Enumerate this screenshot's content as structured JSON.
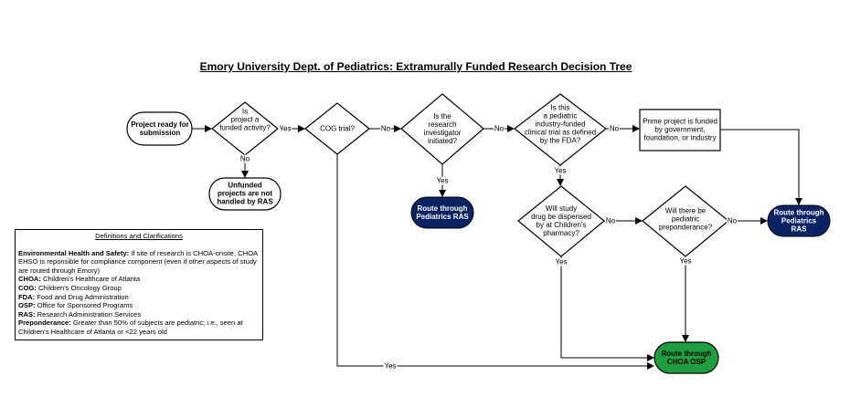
{
  "title": "Emory University Dept. of Pediatrics: Extramurally Funded Research Decision Tree",
  "nodes": {
    "start": "Project ready for\nsubmission",
    "funded": "Is\nproject a\nfunded activity?",
    "unfunded": "Unfunded\nprojects are not\nhandled by RAS",
    "cog": "COG trial?",
    "investigator": "Is the\nresearch\ninvestigator\ninitiated?",
    "ras1": "Route through\nPediatrics RAS",
    "industry": "Is this\na pediatric\nindustry-funded\nclinical trial as defined\nby the FDA?",
    "prime": "Prime project is funded\nby government,\nfoundation, or industry",
    "pharmacy": "Will study\ndrug be dispensed\nby at Children's\npharmacy?",
    "preponderance": "Will there be\npediatric\npreponderance?",
    "ras2": "Route through\nPediatrics RAS",
    "osp": "Route through\nCHOA OSP"
  },
  "edges": {
    "yes": "Yes",
    "no": "No"
  },
  "definitions": {
    "heading": "Definitions and Clarifications",
    "items": [
      {
        "term": "Environmental Health and Safety:",
        "text": " If  site of research is CHOA-onsite, CHOA EHSO is reponsible for compliance component (even if other aspects of study are routed through Emory)"
      },
      {
        "term": "CHOA:",
        "text": " Children's Healthcare of Atlanta"
      },
      {
        "term": "COG:",
        "text": " Children's Oncology Group"
      },
      {
        "term": "FDA:",
        "text": " Food and Drug Administration"
      },
      {
        "term": "OSP:",
        "text": " Office for Sponsored Programs"
      },
      {
        "term": "RAS:",
        "text": " Research Administration Services"
      },
      {
        "term": "Preponderance:",
        "text": " Greater than 50% of subjects are pediatric; i.e., seen at Children's Healthcare of Atlanta or <22 years old"
      }
    ]
  },
  "colors": {
    "ras_fill": "#0b2265",
    "osp_fill": "#1e9e3e",
    "line": "#000000"
  }
}
